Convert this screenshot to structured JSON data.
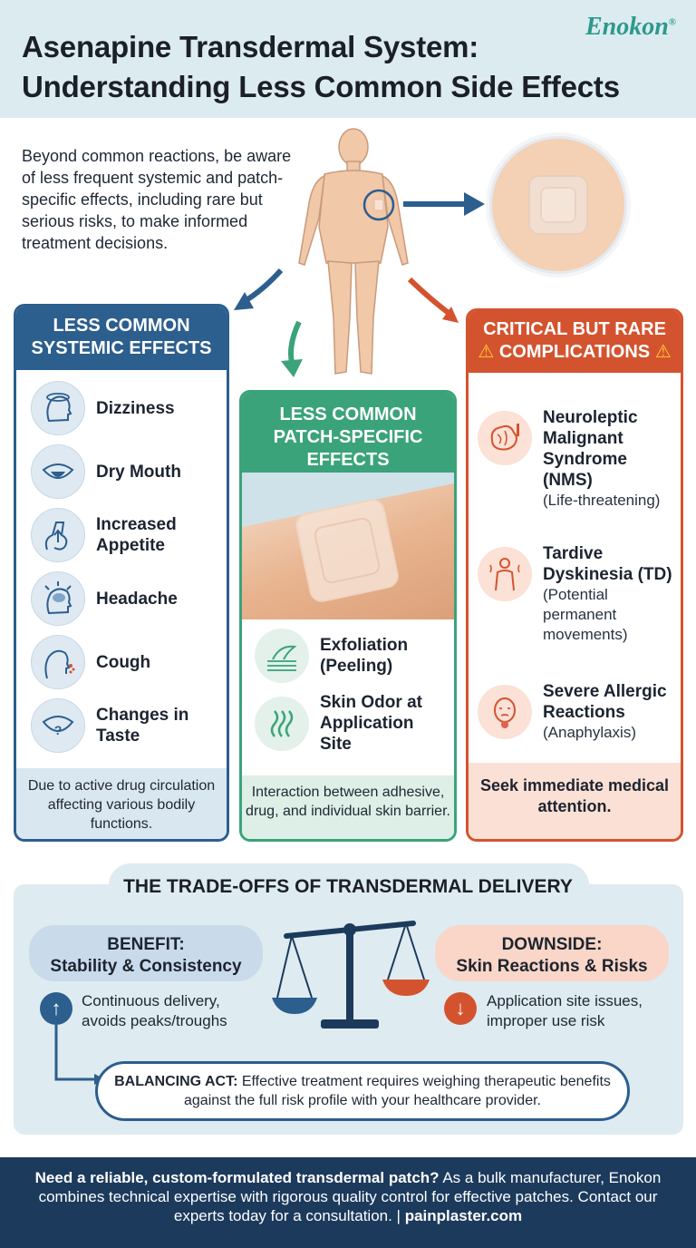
{
  "brand": {
    "logo": "Enokon",
    "logo_mark": "®"
  },
  "header": {
    "title_line1": "Asenapine Transdermal System:",
    "title_line2": "Understanding Less Common Side Effects"
  },
  "intro": "Beyond common reactions, be aware of less frequent systemic and patch-specific effects, including rare but serious risks, to make informed treatment decisions.",
  "systemic": {
    "heading_line1": "LESS COMMON",
    "heading_line2": "SYSTEMIC EFFECTS",
    "items": [
      {
        "label": "Dizziness",
        "icon": "dizzy-head-icon"
      },
      {
        "label": "Dry Mouth",
        "icon": "mouth-tongue-icon"
      },
      {
        "label": "Increased Appetite",
        "icon": "stomach-icon"
      },
      {
        "label": "Headache",
        "icon": "headache-icon"
      },
      {
        "label": "Cough",
        "icon": "cough-icon"
      },
      {
        "label": "Changes in Taste",
        "icon": "taste-tongue-icon"
      }
    ],
    "footer": "Due to active drug circulation affecting various bodily functions."
  },
  "patch": {
    "heading_line1": "LESS COMMON",
    "heading_line2": "PATCH-SPECIFIC",
    "heading_line3": "EFFECTS",
    "items": [
      {
        "label": "Exfoliation (Peeling)",
        "icon": "skin-peeling-icon"
      },
      {
        "label": "Skin Odor at Application Site",
        "icon": "odor-waves-icon"
      }
    ],
    "footer": "Interaction between adhesive, drug, and individual skin barrier."
  },
  "critical": {
    "heading_line1": "CRITICAL BUT RARE",
    "heading_line2": "COMPLICATIONS",
    "warning": "⚠",
    "items": [
      {
        "label": "Neuroleptic Malignant Syndrome (NMS)",
        "sub": "(Life-threatening)",
        "icon": "brain-thermometer-icon"
      },
      {
        "label": "Tardive Dyskinesia (TD)",
        "sub": "(Potential permanent movements)",
        "icon": "body-movement-icon"
      },
      {
        "label": "Severe Allergic Reactions",
        "sub": "(Anaphylaxis)",
        "icon": "allergic-face-icon"
      }
    ],
    "footer": "Seek immediate medical attention."
  },
  "tradeoffs": {
    "title": "THE TRADE-OFFS OF TRANSDERMAL DELIVERY",
    "benefit_line1": "BENEFIT:",
    "benefit_line2": "Stability & Consistency",
    "benefit_text": "Continuous delivery, avoids peaks/troughs",
    "downside_line1": "DOWNSIDE:",
    "downside_line2": "Skin Reactions & Risks",
    "downside_text": "Application site issues, improper use risk",
    "balance_label": "BALANCING ACT:",
    "balance_text": " Effective treatment requires weighing therapeutic benefits against the full risk profile with your healthcare provider."
  },
  "footer": {
    "bold": "Need a reliable, custom-formulated transdermal patch?",
    "text": " As a bulk manufacturer, Enokon combines technical expertise with rigorous quality control for effective patches. Contact our experts today for a consultation. | ",
    "link": "painplaster.com"
  },
  "colors": {
    "systemic": "#2c5e8e",
    "patch": "#3aa37a",
    "critical": "#d4532f",
    "footer_bg": "#1c3a5c"
  }
}
